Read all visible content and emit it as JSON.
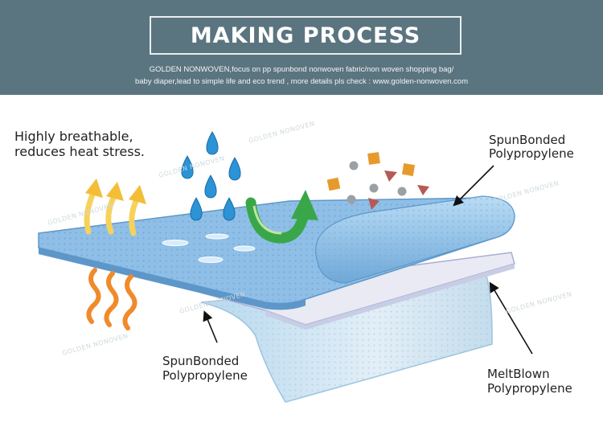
{
  "header": {
    "title": "MAKING PROCESS",
    "subtitle_line1": "GOLDEN NONWOVEN,focus on pp spunbond nonwoven fabric/non woven shopping bag/",
    "subtitle_line2": "baby diaper,lead to simple life and eco trend , more details pls check : www.golden-nonwoven.com"
  },
  "labels": {
    "breathable_line1": "Highly breathable,",
    "breathable_line2": "reduces heat stress.",
    "top_right_line1": "SpunBonded",
    "top_right_line2": "Polypropylene",
    "bottom_left_line1": "SpunBonded",
    "bottom_left_line2": "Polypropylene",
    "bottom_right_line1": "MeltBlown",
    "bottom_right_line2": "Polypropylene"
  },
  "watermark": "GOLDEN NONOVEN",
  "colors": {
    "header_bg": "#5b7580",
    "top_layer": "#8fbfe6",
    "middle_layer": "#e9eaf4",
    "bottom_layer": "#c9e3f3",
    "heat_orange": "#f08a2a",
    "arrow_yellow": "#f6d25a",
    "water_drop": "#2b93d6",
    "recycle_green": "#3aa64a"
  },
  "icons": [
    "water-drop-icon",
    "heat-wave-icon",
    "up-arrow-icon",
    "green-curved-arrow-icon",
    "particle-icon"
  ]
}
